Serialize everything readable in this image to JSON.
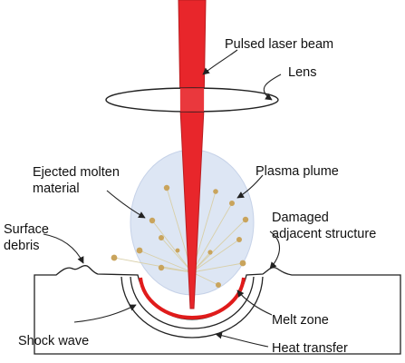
{
  "diagram": {
    "labels": {
      "pulsed_laser_beam": "Pulsed laser beam",
      "lens": "Lens",
      "ejected_molten_material_line1": "Ejected molten",
      "ejected_molten_material_line2": "material",
      "plasma_plume": "Plasma plume",
      "surface_debris_line1": "Surface",
      "surface_debris_line2": "debris",
      "damaged_adjacent_line1": "Damaged",
      "damaged_adjacent_line2": "adjacent structure",
      "shock_wave": "Shock wave",
      "melt_zone": "Melt zone",
      "heat_transfer": "Heat transfer"
    },
    "colors": {
      "laser": "#e8262b",
      "laser_edge": "#b91d20",
      "plume": "#dde6f4",
      "particle": "#c9a45c",
      "melt_zone": "#e01b1b",
      "outline": "#222222"
    }
  }
}
